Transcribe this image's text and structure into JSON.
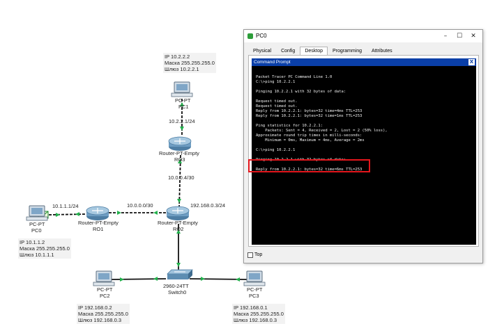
{
  "topology": {
    "devices": {
      "pc1": {
        "type": "PC-PT",
        "name": "PC1"
      },
      "ro3": {
        "type": "Router-PT-Empty",
        "name": "RO3"
      },
      "pc0": {
        "type": "PC-PT",
        "name": "PC0"
      },
      "ro1": {
        "type": "Router-PT-Empty",
        "name": "RO1"
      },
      "ro2": {
        "type": "Router-PT-Empty",
        "name": "RO2"
      },
      "switch0": {
        "type": "2960-24TT",
        "name": "Switch0"
      },
      "pc2": {
        "type": "PC-PT",
        "name": "PC2"
      },
      "pc3": {
        "type": "PC-PT",
        "name": "PC3"
      }
    },
    "link_labels": {
      "pc1_ro3": "10.2.2.1/24",
      "ro3_ro2": "10.0.0.4/30",
      "pc0_ro1": "10.1.1.1/24",
      "ro1_ro2": "10.0.0.0/30",
      "ro2_switch": "192.168.0.3/24"
    },
    "info_boxes": {
      "pc1": [
        "IP 10.2.2.2",
        "Маска 255.255.255.0",
        "Шлюз 10.2.2.1"
      ],
      "pc0": [
        "IP 10.1.1.2",
        "Маска 255.255.255.0",
        "Шлюз 10.1.1.1"
      ],
      "pc2": [
        "IP 192.168.0.2",
        "Маска 255.255.255.0",
        "Шлюз 192.168.0.3"
      ],
      "pc3": [
        "IP 192.168.0.1",
        "Маска 255.255.255.0",
        "Шлюз 192.168.0.3"
      ]
    }
  },
  "window": {
    "title": "PC0",
    "minimize": "–",
    "maximize": "☐",
    "close": "✕",
    "tabs": [
      "Physical",
      "Config",
      "Desktop",
      "Programming",
      "Attributes"
    ],
    "active_tab": "Desktop",
    "command_prompt_title": "Command Prompt",
    "command_prompt_close": "X",
    "top_label": "Top"
  },
  "terminal": {
    "lines": [
      "",
      "Packet Tracer PC Command Line 1.0",
      "C:\\>ping 10.2.2.1",
      "",
      "Pinging 10.2.2.1 with 32 bytes of data:",
      "",
      "Request timed out.",
      "Request timed out.",
      "Reply from 10.2.2.1: bytes=32 time=4ms TTL=253",
      "Reply from 10.2.2.1: bytes=32 time=1ms TTL=253",
      "",
      "Ping statistics for 10.2.2.1:",
      "    Packets: Sent = 4, Received = 2, Lost = 2 (50% loss),",
      "Approximate round trip times in milli-seconds:",
      "    Minimum = 0ms, Maximum = 4ms, Average = 2ms",
      "",
      "C:\\>ping 10.2.2.1",
      "",
      "Pinging 10.2.2.1 with 32 bytes of data:",
      "",
      "Reply from 10.2.2.1: bytes=32 time=6ms TTL=253"
    ]
  },
  "colors": {
    "link": "#111111",
    "port_up": "#22b14c",
    "highlight": "#e4161c",
    "terminal_bg": "#000000",
    "terminal_fg": "#f2f2f2",
    "cp_bar": "#0a3fa8"
  }
}
